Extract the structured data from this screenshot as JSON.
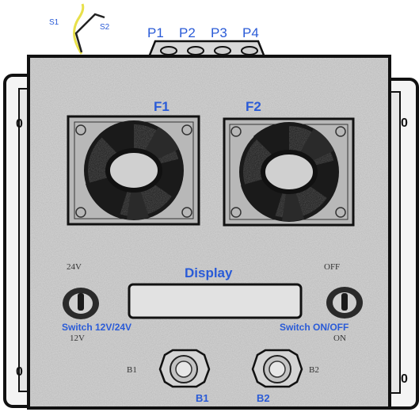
{
  "wires": {
    "s1": "S1",
    "s2": "S2"
  },
  "ports": [
    "P1",
    "P2",
    "P3",
    "P4"
  ],
  "fans": {
    "f1": "F1",
    "f2": "F2"
  },
  "display_label": "Display",
  "switch_voltage": {
    "label": "Switch 12V/24V",
    "top": "24V",
    "bottom": "12V"
  },
  "switch_power": {
    "label": "Switch ON/OFF",
    "top": "OFF",
    "bottom": "ON"
  },
  "buttons": {
    "b1_left": "B1",
    "b1_bottom": "B1",
    "b2_right": "B2",
    "b2_bottom": "B2"
  },
  "bracket_marks": {
    "left_upper": "0",
    "left_lower": "0",
    "right_upper": "0",
    "right_lower": "0"
  },
  "colors": {
    "accent": "#2a5bd7",
    "panel": "#d6d6d6",
    "frame": "#222222",
    "wire_yellow": "#e8e04a"
  }
}
